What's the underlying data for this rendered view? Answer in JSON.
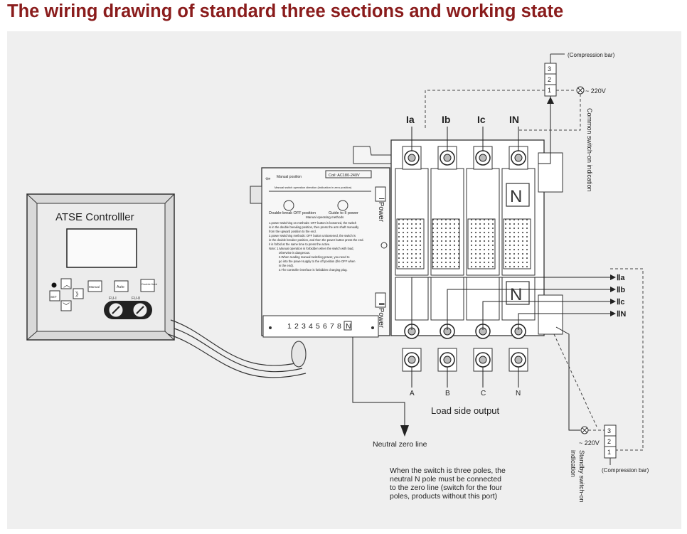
{
  "title": "The wiring drawing of standard three sections and working state",
  "controller": {
    "name": "ATSE  Controlller",
    "buttons": {
      "set": "SET",
      "manual": "Manual",
      "auto": "Auto",
      "double": "Double fixed"
    },
    "fuses": {
      "fu1": "FU-Ⅰ",
      "fu2": "FU-Ⅱ"
    }
  },
  "switch_body": {
    "manual_position": "Manual position",
    "coil": "Coil: AC180-240V",
    "direction_note": "Manual switch operation direction (Indication in zero position)",
    "double_break": "Double-break OFF position",
    "guide_2": "Guide to II power",
    "manual_method": "Manual operating methods",
    "instructions": [
      "1.power switching on methods: OFF button is loosened, the switch",
      "is in the double breaking position, then press the arm shaft manually",
      "from the upward position to the end.",
      "2.power switching methods: OFF button unloosened, the switch is",
      "in the double breaker position, and then the power button press the end.",
      "it is forbid at the same time to press the active.",
      "Note: 1.Manual operation is forbidden when the switch with load,",
      "otherwise is dangerous.",
      "2.When reading manual switching power, you need to",
      "go into the power supply to the off position (the OFF when",
      "in the end).",
      "3.The controller interface is forbidden charging plug."
    ],
    "power1": "Ⅰ Power",
    "power2": "Ⅱ Power",
    "terminals": [
      "1",
      "2",
      "3",
      "4",
      "5",
      "6",
      "7",
      "8",
      "N"
    ],
    "n_label": "N"
  },
  "inputs_top": [
    "Ia",
    "Ib",
    "Ic",
    "IN"
  ],
  "inputs_right": [
    "Ⅱa",
    "Ⅱb",
    "Ⅱc",
    "ⅡN"
  ],
  "outputs": [
    "A",
    "B",
    "C",
    "N"
  ],
  "labels": {
    "load_output": "Load side output",
    "neutral": "Neutral zero line",
    "compression_bar": "(Compression bar)",
    "voltage": "~ 220V",
    "common_indication": "Common switch-on indication",
    "standby_indication_1": "Standby switch-on",
    "standby_indication_2": "indication",
    "note": [
      "When the switch is three poles, the",
      "neutral N pole must be connected",
      "to the zero line (switch for the four",
      "poles, products without this port)"
    ],
    "terminal_block": [
      "3",
      "2",
      "1"
    ]
  }
}
